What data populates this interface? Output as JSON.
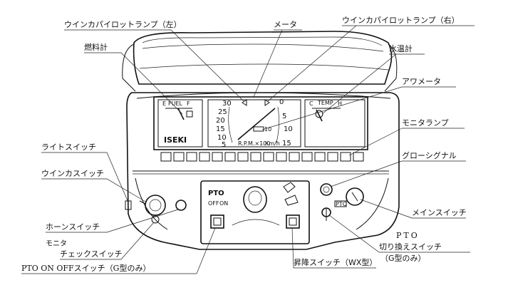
{
  "labels": {
    "turn_pilot_left": "ウインカパイロットランプ（左）",
    "meter": "メータ",
    "turn_pilot_right": "ウインカパイロットランプ（右）",
    "fuel_gauge": "燃料計",
    "water_temp": "水温計",
    "hour_meter": "アワメータ",
    "monitor_lamp": "モニタランプ",
    "light_switch": "ライトスイッチ",
    "glow_signal": "グローシグナル",
    "turn_switch": "ウインカスイッチ",
    "main_switch": "メインスイッチ",
    "horn_switch": "ホーンスイッチ",
    "monitor_check_1": "モニタ",
    "monitor_check_2": "チェックスイッチ",
    "pto_change_1": "PTO",
    "pto_change_2": "切り換えスイッチ",
    "pto_change_3": "（G型のみ）",
    "pto_onoff": "PTO ON OFFスイッチ（G型のみ）",
    "lift_switch": "昇降スイッチ（WX型）"
  },
  "panel": {
    "fuel_e": "E",
    "fuel_word": "FUEL",
    "fuel_f": "F",
    "brand": "ISEKI",
    "temp_c": "C",
    "temp_word": "TEMP",
    "temp_h": "H",
    "rpm_label": "R.P.M.×100",
    "speed_label": "Km/h",
    "pto_title": "PTO",
    "pto_off": "OFF",
    "pto_on": "ON",
    "pto_small": "PTO"
  },
  "tach_left": [
    "30",
    "25",
    "20",
    "15",
    "10",
    "5",
    "15"
  ],
  "tach_right": [
    "0",
    "5",
    "10",
    "15"
  ],
  "tach_mid": "10"
}
